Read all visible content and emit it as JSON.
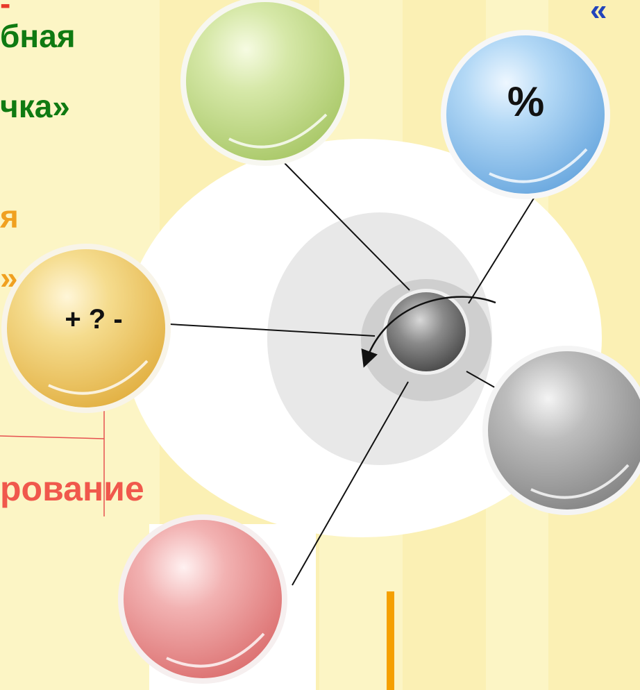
{
  "slide": {
    "text_red_top": "-",
    "text_green_line1": "бная",
    "text_green_line2": "чка»",
    "text_blue_top": "«",
    "text_orange_line1": "я",
    "text_orange_line2": "»",
    "text_salmon": "рование"
  },
  "spheres": {
    "green": {
      "label": "",
      "color": "#c9df8f"
    },
    "blue": {
      "label": "%",
      "color": "#9ccaef"
    },
    "yellow": {
      "label": "+ ? -",
      "color": "#f2d27a"
    },
    "gray": {
      "label": "",
      "color": "#a8a8a8"
    },
    "pink": {
      "label": "",
      "color": "#ef9a9a"
    },
    "center": {
      "label": "",
      "color": "#6e6e6e"
    }
  },
  "colors": {
    "background": "#fbf0b4",
    "green_text": "#0f7a12",
    "orange_text": "#f0a020",
    "salmon_text": "#f0584c",
    "blue_text": "#2244bb",
    "red_text": "#e83a2a",
    "accent_bar": "#f5a000"
  }
}
